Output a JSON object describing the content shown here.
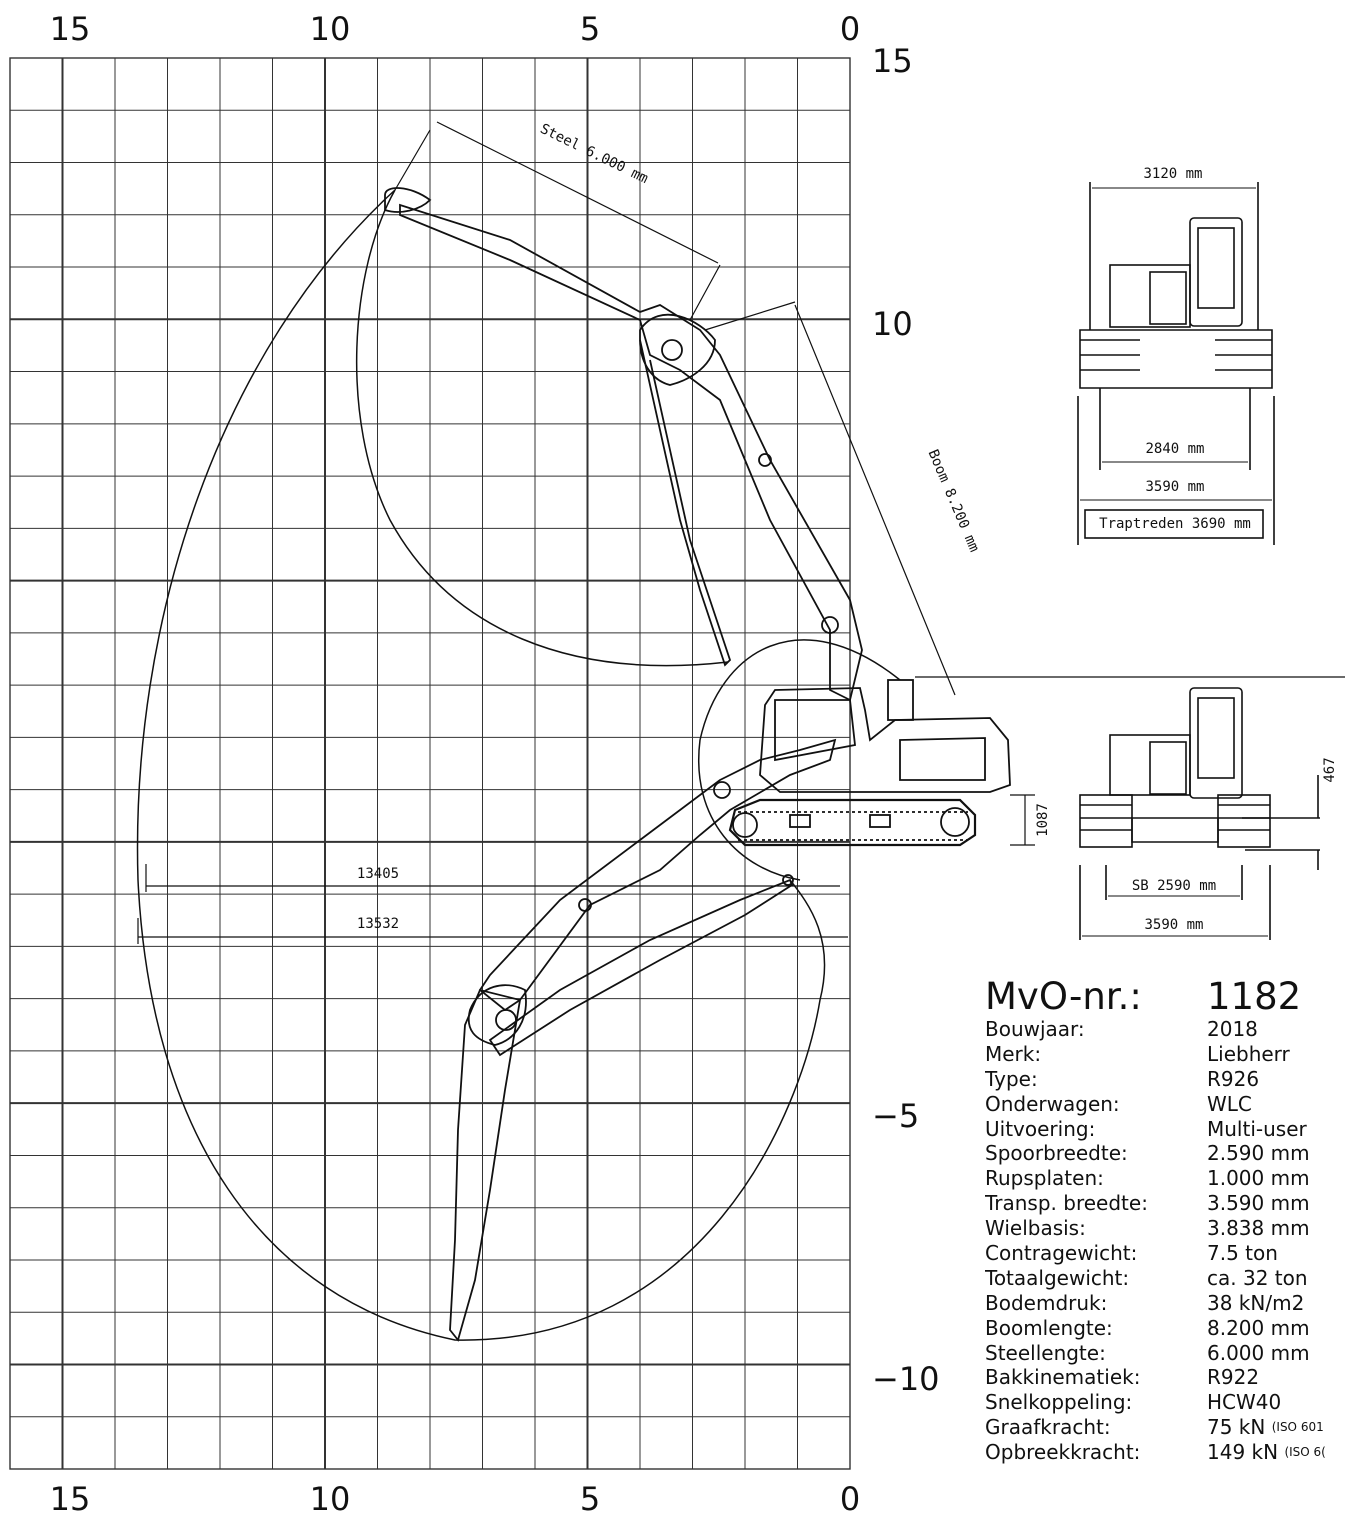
{
  "axes": {
    "top": [
      "15",
      "10",
      "5",
      "0"
    ],
    "bottom": [
      "15",
      "10",
      "5",
      "0"
    ],
    "right": [
      "15",
      "10",
      "−5",
      "−10"
    ]
  },
  "dimensions": {
    "stick": "Steel 6.000 mm",
    "boom": "Boom 8.200 mm",
    "reach_1": "13405",
    "reach_2": "13532",
    "track_height": "1087",
    "cab_offset": "467"
  },
  "front_view_top": {
    "cab_width": "3120 mm",
    "track_gauge": "2840 mm",
    "transport_width": "3590 mm",
    "steps_width": "Traptreden 3690 mm"
  },
  "front_view_bottom": {
    "track_gauge": "SB 2590 mm",
    "transport_width": "3590 mm"
  },
  "specs": {
    "heading": {
      "label": "MvO-nr.:",
      "value": "1182"
    },
    "rows": [
      {
        "label": "Bouwjaar:",
        "value": "2018",
        "note": ""
      },
      {
        "label": "Merk:",
        "value": "Liebherr",
        "note": ""
      },
      {
        "label": "Type:",
        "value": "R926",
        "note": ""
      },
      {
        "label": "Onderwagen:",
        "value": "WLC",
        "note": ""
      },
      {
        "label": "Uitvoering:",
        "value": "Multi-user",
        "note": ""
      },
      {
        "label": "Spoorbreedte:",
        "value": "2.590 mm",
        "note": ""
      },
      {
        "label": "Rupsplaten:",
        "value": "1.000 mm",
        "note": ""
      },
      {
        "label": "Transp. breedte:",
        "value": "3.590 mm",
        "note": ""
      },
      {
        "label": "Wielbasis:",
        "value": "3.838 mm",
        "note": ""
      },
      {
        "label": "Contragewicht:",
        "value": "7.5 ton",
        "note": ""
      },
      {
        "label": "Totaalgewicht:",
        "value": "ca. 32 ton",
        "note": ""
      },
      {
        "label": "Bodemdruk:",
        "value": "38 kN/m2",
        "note": ""
      },
      {
        "label": "Boomlengte:",
        "value": "8.200 mm",
        "note": ""
      },
      {
        "label": "Steellengte:",
        "value": "6.000 mm",
        "note": ""
      },
      {
        "label": "Bakkinematiek:",
        "value": "R922",
        "note": ""
      },
      {
        "label": "Snelkoppeling:",
        "value": "HCW40",
        "note": ""
      },
      {
        "label": "Graafkracht:",
        "value": "75 kN",
        "note": "(ISO 601"
      },
      {
        "label": "Opbreekkracht:",
        "value": "149 kN",
        "note": "(ISO 6("
      }
    ]
  }
}
